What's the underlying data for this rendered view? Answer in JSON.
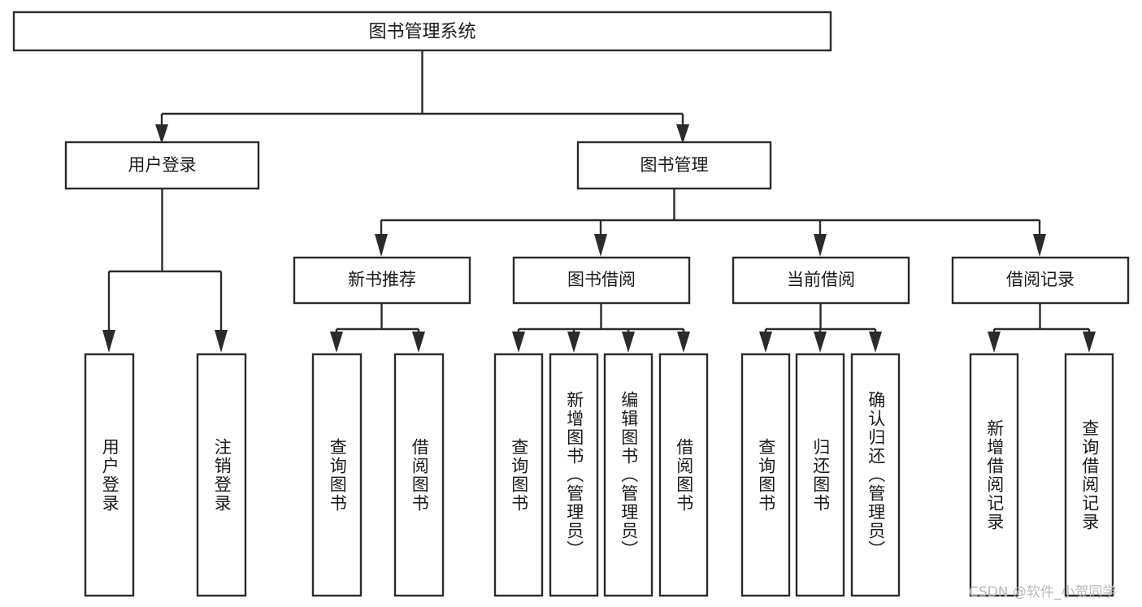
{
  "diagram": {
    "title": "图书管理系统",
    "colors": {
      "box_fill": "#ffffff",
      "box_stroke": "#2b2b2b",
      "text": "#1a1a1a",
      "background": "#ffffff",
      "watermark": "#b9b9b9"
    },
    "root": {
      "label": "图书管理系统"
    },
    "level2": [
      {
        "label": "用户登录"
      },
      {
        "label": "图书管理"
      }
    ],
    "level3": [
      {
        "label": "新书推荐"
      },
      {
        "label": "图书借阅"
      },
      {
        "label": "当前借阅"
      },
      {
        "label": "借阅记录"
      }
    ],
    "leaves": {
      "user_login": [
        {
          "label": "用户登录"
        },
        {
          "label": "注销登录"
        }
      ],
      "new_book_recommend": [
        {
          "label": "查询图书"
        },
        {
          "label": "借阅图书"
        }
      ],
      "book_borrow": [
        {
          "label": "查询图书"
        },
        {
          "label": "新增图书（管理员）"
        },
        {
          "label": "编辑图书（管理员）"
        },
        {
          "label": "借阅图书"
        }
      ],
      "current_borrow": [
        {
          "label": "查询图书"
        },
        {
          "label": "归还图书"
        },
        {
          "label": "确认归还（管理员）"
        }
      ],
      "borrow_records": [
        {
          "label": "新增借阅记录"
        },
        {
          "label": "查询借阅记录"
        }
      ]
    }
  },
  "watermark": {
    "text": "CSDN @软件_小贺同学"
  }
}
